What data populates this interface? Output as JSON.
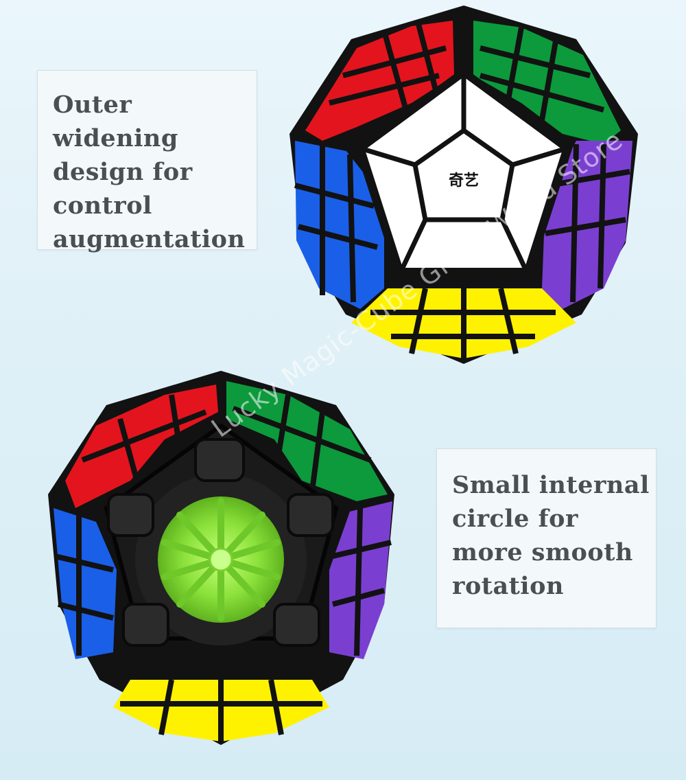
{
  "callouts": {
    "top": [
      "Outer widening",
      "design for",
      "control",
      "augmentation"
    ],
    "bottom": [
      "Small internal",
      "circle for",
      "more smooth",
      "rotation"
    ]
  },
  "logo_text": "奇艺",
  "watermark": "Lucky Magic-Cube Great World Store",
  "colors": {
    "background": "#e2f2f8",
    "red": "#e3141d",
    "green": "#0c9a3c",
    "blue": "#1a5fe8",
    "purple": "#7a3fd1",
    "yellow": "#fff200",
    "white": "#ffffff",
    "core_green": "#8be13a",
    "body": "#111111"
  },
  "icons": [
    "megaminx-assembled",
    "megaminx-core-exposed"
  ]
}
